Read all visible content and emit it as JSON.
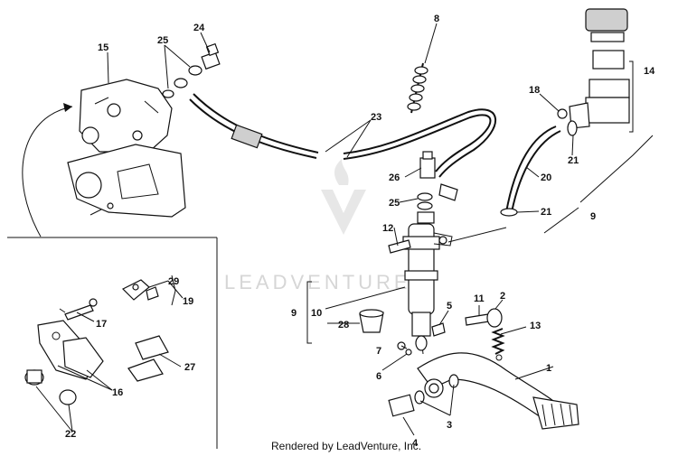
{
  "watermark": {
    "text": "LEADVENTURE"
  },
  "footer": {
    "rendered_by": "Rendered by LeadVenture, Inc."
  },
  "callouts": {
    "c1": "1",
    "c2": "2",
    "c3": "3",
    "c4": "4",
    "c5": "5",
    "c6": "6",
    "c7": "7",
    "c8": "8",
    "c9a": "9",
    "c9b": "9",
    "c10": "10",
    "c11": "11",
    "c12": "12",
    "c13": "13",
    "c14": "14",
    "c15": "15",
    "c16": "16",
    "c17": "17",
    "c18": "18",
    "c19": "19",
    "c20": "20",
    "c21a": "21",
    "c21b": "21",
    "c22": "22",
    "c23": "23",
    "c24": "24",
    "c25a": "25",
    "c25b": "25",
    "c26": "26",
    "c27": "27",
    "c28": "28",
    "c29": "29"
  }
}
